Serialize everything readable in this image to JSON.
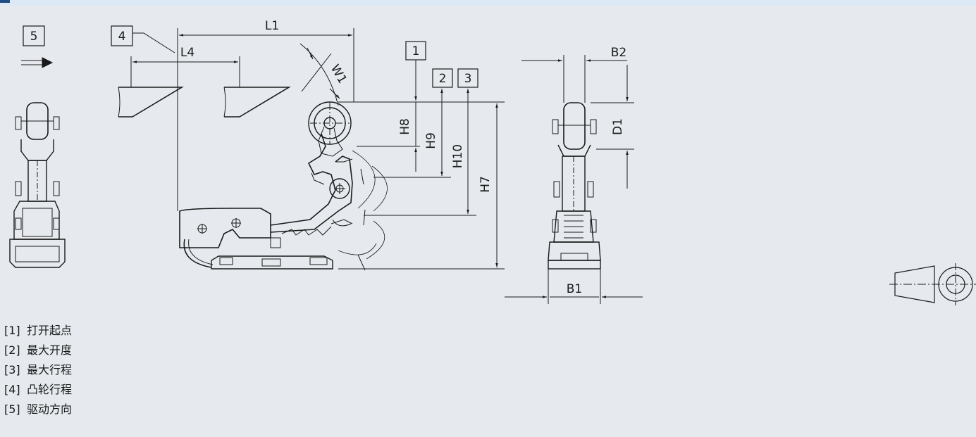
{
  "dimensions": {
    "L1": "L1",
    "L4": "L4",
    "W1": "W1",
    "H7": "H7",
    "H8": "H8",
    "H9": "H9",
    "H10": "H10",
    "B1": "B1",
    "B2": "B2",
    "D1": "D1"
  },
  "callouts": {
    "c1": "1",
    "c2": "2",
    "c3": "3",
    "c4": "4",
    "c5": "5"
  },
  "legend": [
    {
      "num": "[1]",
      "text": "打开起点"
    },
    {
      "num": "[2]",
      "text": "最大开度"
    },
    {
      "num": "[3]",
      "text": "最大行程"
    },
    {
      "num": "[4]",
      "text": "凸轮行程"
    },
    {
      "num": "[5]",
      "text": "驱动方向"
    }
  ]
}
